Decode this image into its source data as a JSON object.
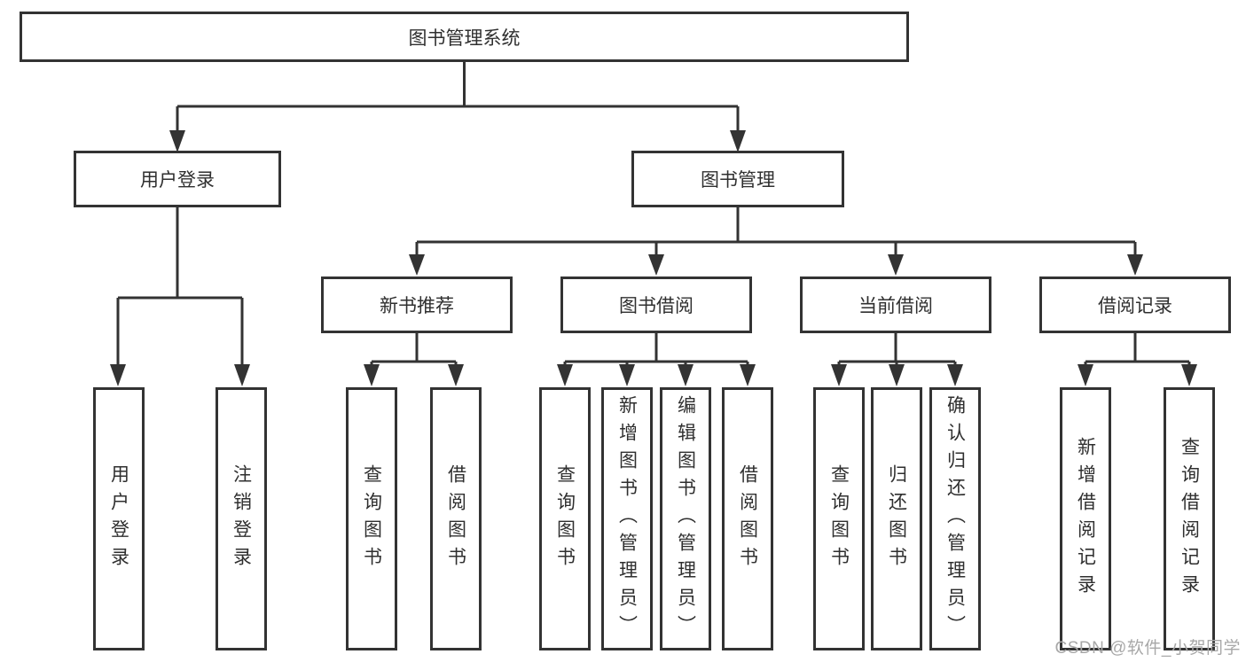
{
  "diagram": {
    "type": "tree",
    "root": {
      "label": "图书管理系统"
    },
    "level2": [
      {
        "id": "user-login",
        "label": "用户登录"
      },
      {
        "id": "book-mgmt",
        "label": "图书管理"
      }
    ],
    "level3": [
      {
        "id": "new-book-recommend",
        "label": "新书推荐",
        "parent": "book-mgmt"
      },
      {
        "id": "book-borrow",
        "label": "图书借阅",
        "parent": "book-mgmt"
      },
      {
        "id": "current-borrow",
        "label": "当前借阅",
        "parent": "book-mgmt"
      },
      {
        "id": "borrow-record",
        "label": "借阅记录",
        "parent": "book-mgmt"
      }
    ],
    "leaves": {
      "user_login_children": [
        "用户登录",
        "注销登录"
      ],
      "new_book_children": [
        "查询图书",
        "借阅图书"
      ],
      "book_borrow_children": [
        "查询图书",
        "新增图书（管理员）",
        "编辑图书（管理员）",
        "借阅图书"
      ],
      "current_borrow_children": [
        "查询图书",
        "归还图书",
        "确认归还（管理员）"
      ],
      "borrow_record_children": [
        "新增借阅记录",
        "查询借阅记录"
      ]
    }
  },
  "watermark": "CSDN @软件_小贺同学",
  "colors": {
    "line": "#333333",
    "text": "#2f2f2f",
    "background": "#ffffff",
    "watermark": "#a8a8a8"
  }
}
